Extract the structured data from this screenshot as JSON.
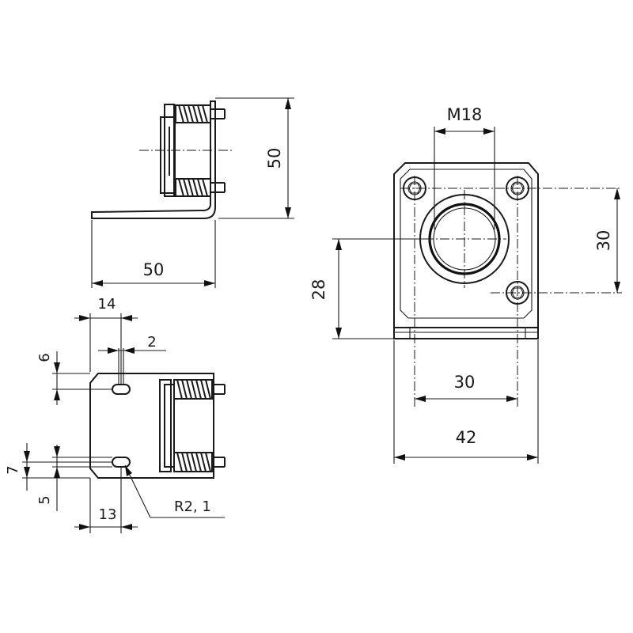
{
  "drawing": {
    "side_view": {
      "height_dim": "50",
      "length_dim": "50"
    },
    "front_view": {
      "thread_dim": "M18",
      "hole_spacing_vertical": "30",
      "center_height": "28",
      "hole_spacing_horizontal": "30",
      "overall_width": "42"
    },
    "bottom_view": {
      "slot_offset_x": "14",
      "slot_width": "2",
      "slot_offset_y_top": "6",
      "slot_offset_y_bottom": "7",
      "slot_height": "5",
      "slot_offset_x_bottom": "13",
      "slot_radius": "R2, 1"
    }
  }
}
